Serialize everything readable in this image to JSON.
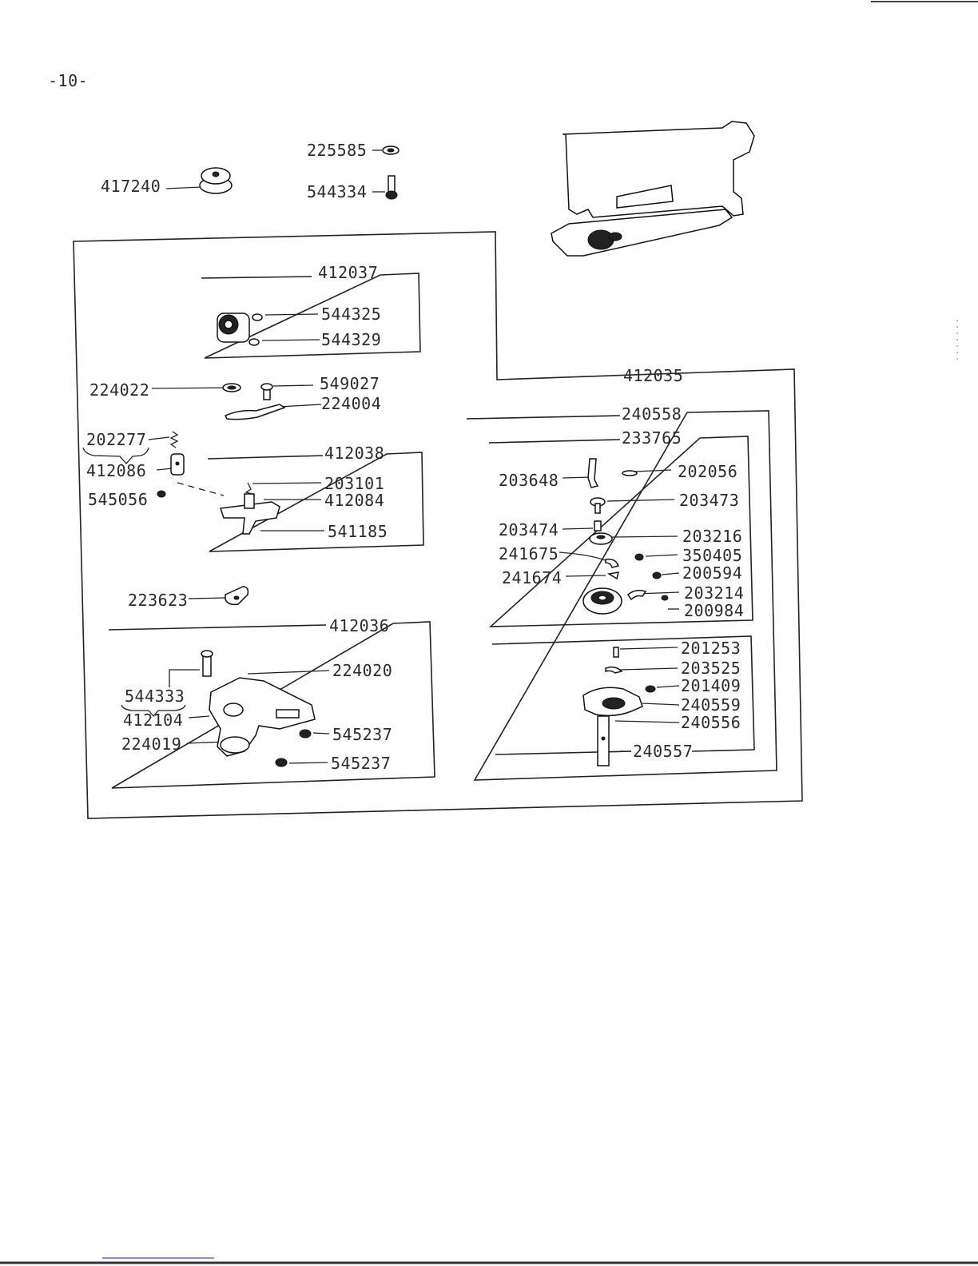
{
  "page_number": "-10-",
  "parts": {
    "p225585": "225585",
    "p417240": "417240",
    "p544334": "544334",
    "p412037": "412037",
    "p544325": "544325",
    "p544329": "544329",
    "p412035": "412035",
    "p224022": "224022",
    "p549027": "549027",
    "p224004": "224004",
    "p240558": "240558",
    "p233765": "233765",
    "p202277": "202277",
    "p412038": "412038",
    "p412086": "412086",
    "p203101": "203101",
    "p412084": "412084",
    "p545056": "545056",
    "p541185": "541185",
    "p203648": "203648",
    "p202056": "202056",
    "p203473": "203473",
    "p203474": "203474",
    "p203216": "203216",
    "p241675": "241675",
    "p350405": "350405",
    "p241674": "241674",
    "p200594": "200594",
    "p203214": "203214",
    "p200984": "200984",
    "p223623": "223623",
    "p412036": "412036",
    "p224020": "224020",
    "p544333": "544333",
    "p412104": "412104",
    "p224019": "224019",
    "p545237a": "545237",
    "p545237b": "545237",
    "p201253": "201253",
    "p203525": "203525",
    "p201409": "201409",
    "p240559": "240559",
    "p240556": "240556",
    "p240557": "240557"
  }
}
